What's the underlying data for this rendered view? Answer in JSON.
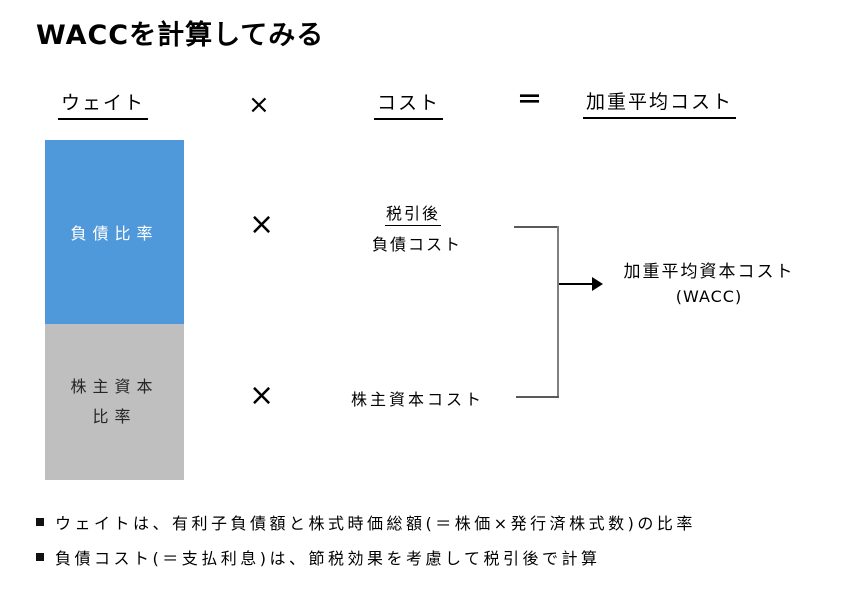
{
  "slide": {
    "title": "WACCを計算してみる"
  },
  "header": {
    "weight": "ウェイト",
    "multiply": "×",
    "cost": "コスト",
    "equals": "＝",
    "weighted_average": "加重平均コスト"
  },
  "diagram": {
    "multiply": "×",
    "debt_ratio_label": "負債比率",
    "equity_ratio_line1": "株主資本",
    "equity_ratio_line2": "比率",
    "after_tax": "税引後",
    "debt_cost": "負債コスト",
    "equity_cost": "株主資本コスト",
    "result_line1": "加重平均資本コスト",
    "result_line2": "(WACC)",
    "colors": {
      "debt_box": "#4F98D9",
      "debt_text": "#FFFFFF",
      "equity_box": "#BFBFBF",
      "equity_text": "#262626"
    }
  },
  "notes": [
    "ウェイトは、有利子負債額と株式時価総額(＝株価×発行済株式数)の比率",
    "負債コスト(＝支払利息)は、節税効果を考慮して税引後で計算"
  ]
}
